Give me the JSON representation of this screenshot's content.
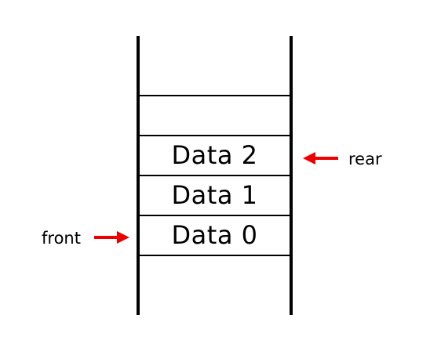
{
  "queue": {
    "cells": [
      {
        "label": ""
      },
      {
        "label": "Data 2"
      },
      {
        "label": "Data 1"
      },
      {
        "label": "Data 0"
      },
      {
        "label": ""
      }
    ]
  },
  "pointers": {
    "front_label": "front",
    "rear_label": "rear"
  },
  "colors": {
    "arrow": "#ee0000",
    "lines": "#000000"
  }
}
